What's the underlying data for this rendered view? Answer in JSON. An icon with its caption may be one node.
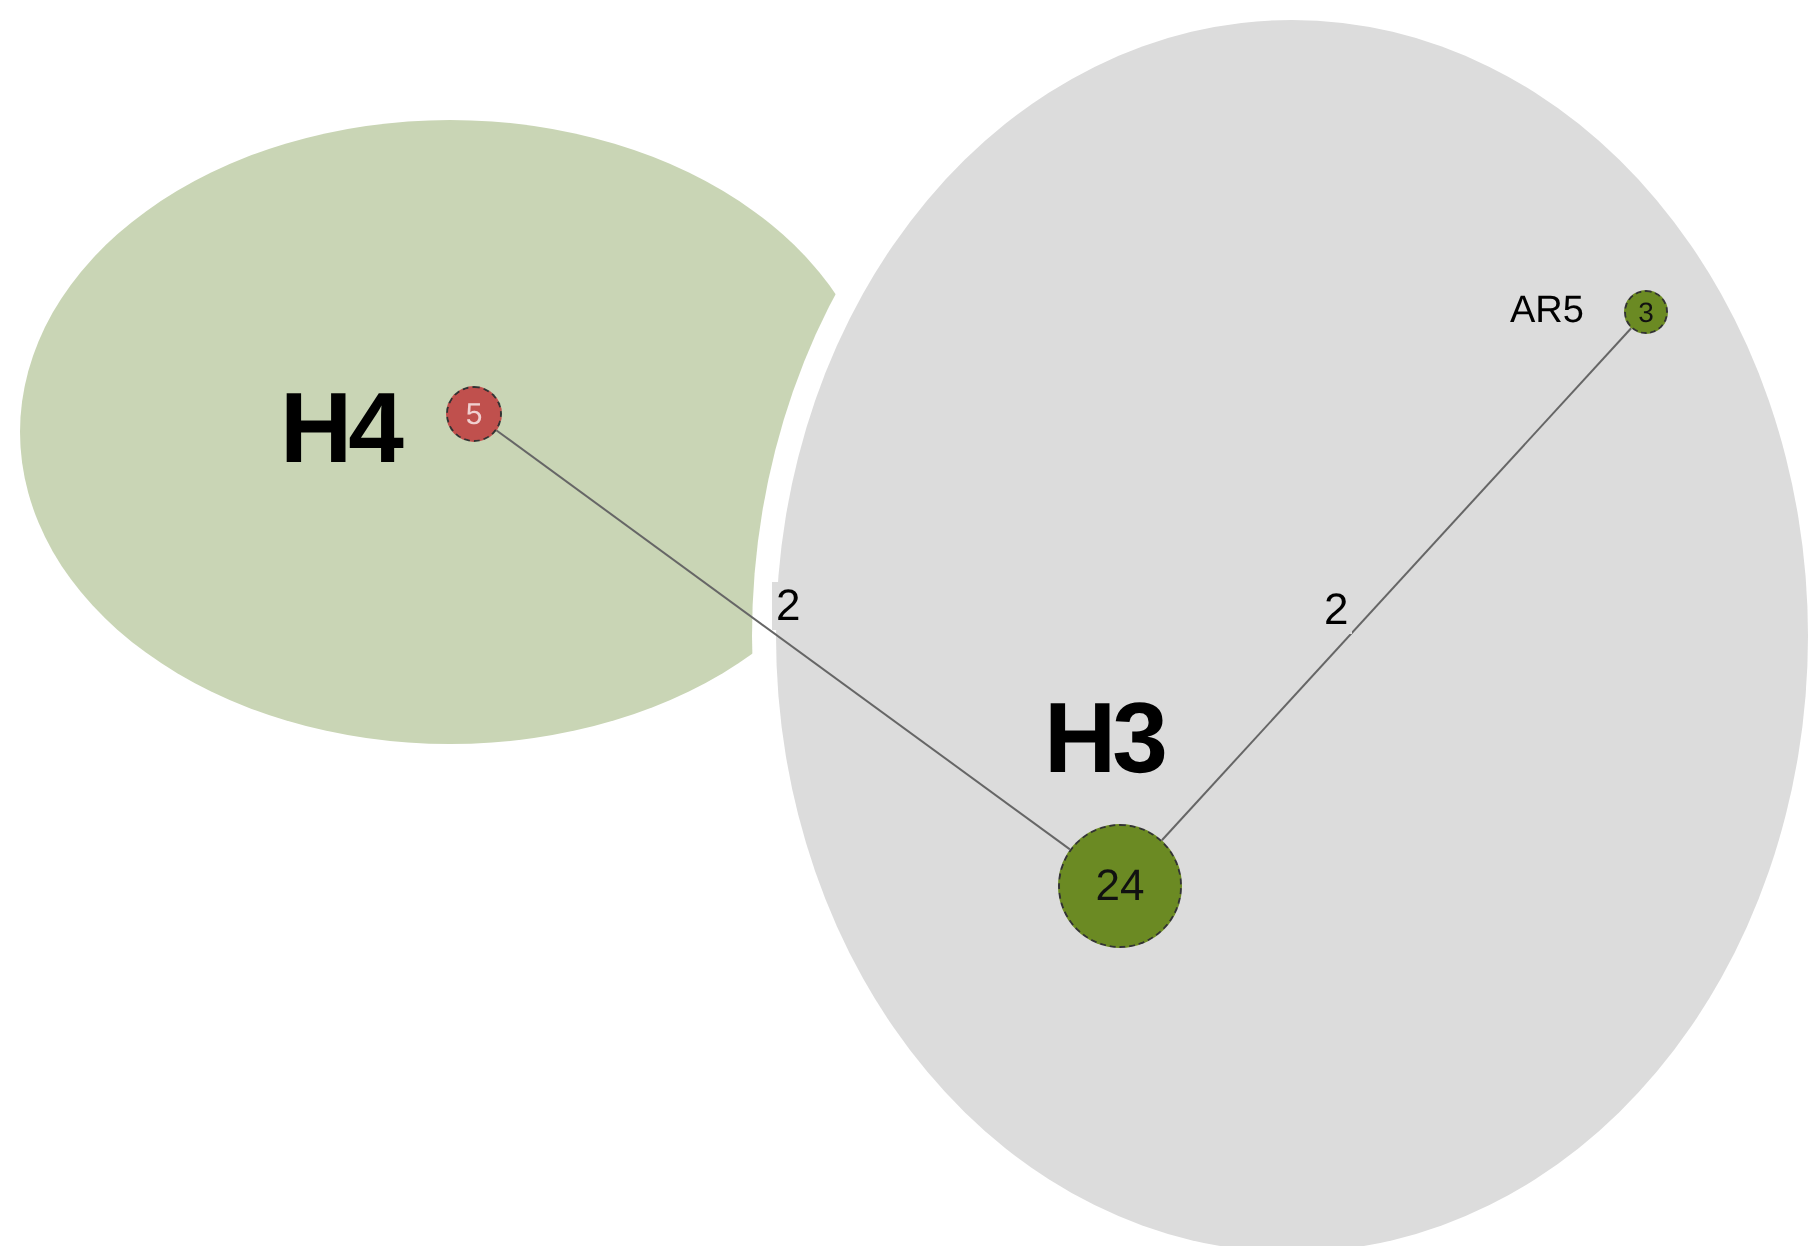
{
  "diagram": {
    "nodes": [
      {
        "text": [],
        "shape": "ellipse"
      },
      {
        "text": [
          "5"
        ],
        "in": 0,
        "beside": [
          "H4"
        ]
      },
      {
        "text": [],
        "shape": "ellipse"
      },
      {
        "text": [
          "24"
        ],
        "in": 2,
        "beside": [
          "H3"
        ]
      },
      {
        "text": [
          "3"
        ],
        "in": 2,
        "beside": [
          "AR5"
        ]
      }
    ],
    "edges": [
      {
        "from": 1,
        "to": 3,
        "arrow": "none",
        "label": "2"
      },
      {
        "from": 3,
        "to": 4,
        "arrow": "none",
        "label": "2"
      }
    ]
  }
}
